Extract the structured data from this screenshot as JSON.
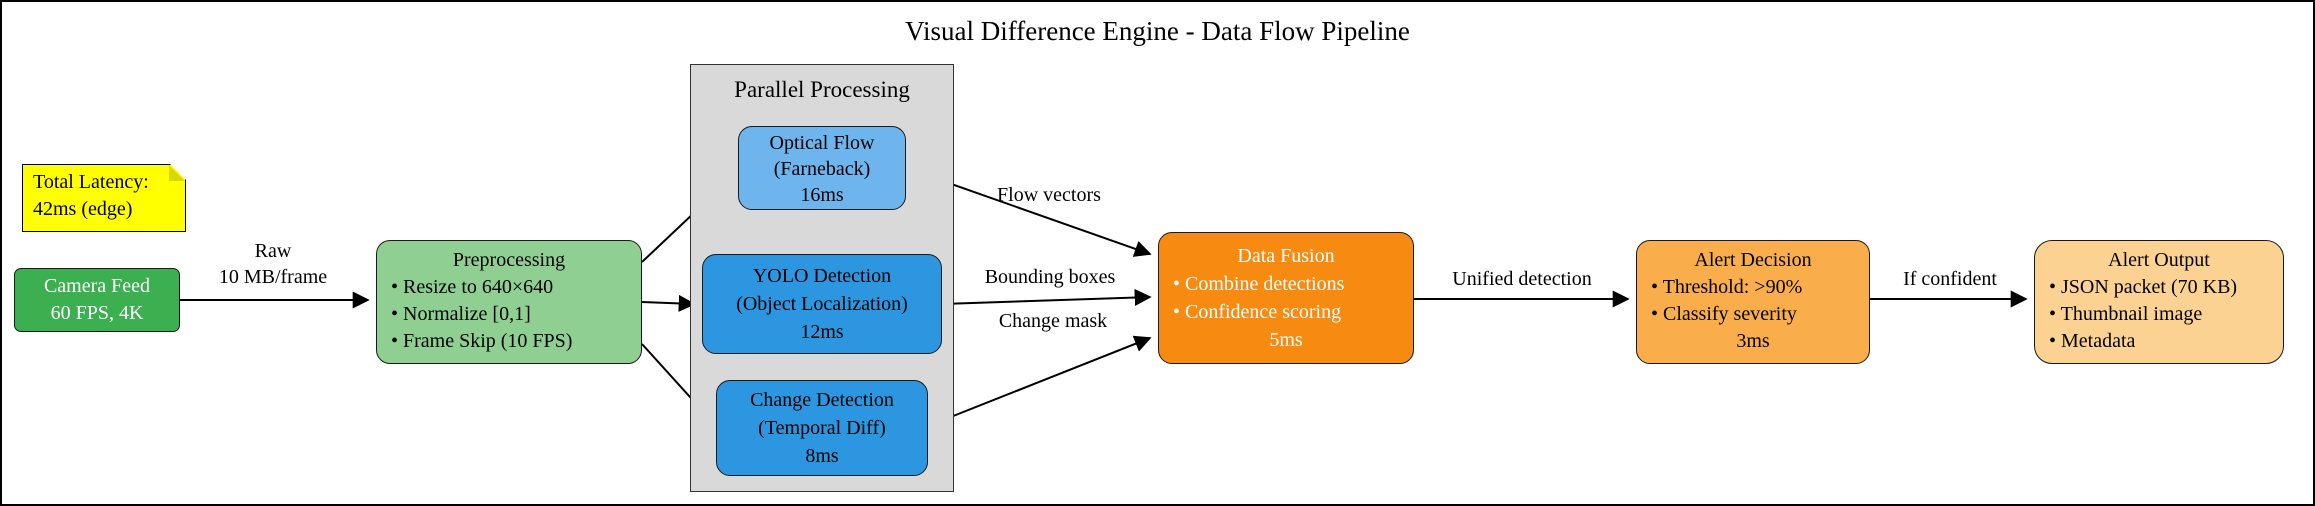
{
  "title": "Visual Difference Engine - Data Flow Pipeline",
  "note": {
    "line1": "Total Latency:",
    "line2": "42ms (edge)"
  },
  "colors": {
    "camera_feed": "#3caf50",
    "preprocessing": "#8fd092",
    "parallel_group": "#d9d9d9",
    "optical_flow": "#6fb5ed",
    "yolo": "#2d96e0",
    "change_detection": "#2d96e0",
    "data_fusion": "#f78b12",
    "alert_decision": "#f9ae4b",
    "alert_output": "#fbd292",
    "note": "#ffff00"
  },
  "nodes": {
    "camera_feed": {
      "title": "Camera Feed",
      "subtitle": "60 FPS, 4K"
    },
    "preprocessing": {
      "title": "Preprocessing",
      "bullets": [
        "• Resize to 640×640",
        "• Normalize [0,1]",
        "• Frame Skip (10 FPS)"
      ]
    },
    "parallel_group": {
      "label": "Parallel Processing"
    },
    "optical_flow": {
      "title": "Optical Flow",
      "subtitle": "(Farneback)",
      "time": "16ms"
    },
    "yolo": {
      "title": "YOLO Detection",
      "subtitle": "(Object Localization)",
      "time": "12ms"
    },
    "change_detection": {
      "title": "Change Detection",
      "subtitle": "(Temporal Diff)",
      "time": "8ms"
    },
    "data_fusion": {
      "title": "Data Fusion",
      "bullets": [
        "• Combine detections",
        "• Confidence scoring"
      ],
      "time": "5ms"
    },
    "alert_decision": {
      "title": "Alert Decision",
      "bullets": [
        "• Threshold: >90%",
        "• Classify severity"
      ],
      "time": "3ms"
    },
    "alert_output": {
      "title": "Alert Output",
      "bullets": [
        "• JSON packet (70 KB)",
        "• Thumbnail image",
        "• Metadata"
      ]
    }
  },
  "edges": {
    "raw": {
      "line1": "Raw",
      "line2": "10 MB/frame"
    },
    "flow_vectors": "Flow vectors",
    "bounding_boxes": "Bounding boxes",
    "change_mask": "Change mask",
    "unified_detection": "Unified detection",
    "if_confident": "If confident"
  }
}
